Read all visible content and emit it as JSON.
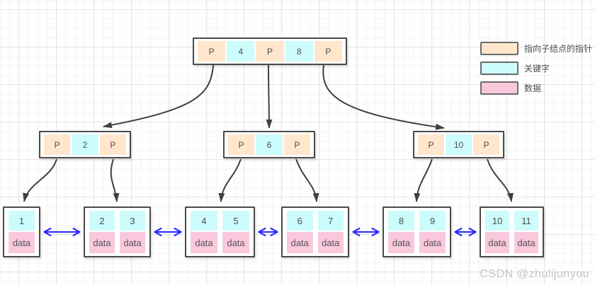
{
  "legend": {
    "items": [
      {
        "id": "pointer",
        "label": "指向子结点的指针",
        "swatch_color": "#ffe6cc"
      },
      {
        "id": "key",
        "label": "关键字",
        "swatch_color": "#ccfcfc"
      },
      {
        "id": "data",
        "label": "数据",
        "swatch_color": "#f9c8dc"
      }
    ]
  },
  "tree": {
    "type": "b-plus-tree",
    "root": {
      "cells": [
        {
          "kind": "pointer",
          "text": "P"
        },
        {
          "kind": "key",
          "text": "4"
        },
        {
          "kind": "pointer",
          "text": "P"
        },
        {
          "kind": "key",
          "text": "8"
        },
        {
          "kind": "pointer",
          "text": "P"
        }
      ]
    },
    "internal_nodes": [
      {
        "cells": [
          {
            "kind": "pointer",
            "text": "P"
          },
          {
            "kind": "key",
            "text": "2"
          },
          {
            "kind": "pointer",
            "text": "P"
          }
        ]
      },
      {
        "cells": [
          {
            "kind": "pointer",
            "text": "P"
          },
          {
            "kind": "key",
            "text": "6"
          },
          {
            "kind": "pointer",
            "text": "P"
          }
        ]
      },
      {
        "cells": [
          {
            "kind": "pointer",
            "text": "P"
          },
          {
            "kind": "key",
            "text": "10"
          },
          {
            "kind": "pointer",
            "text": "P"
          }
        ]
      }
    ],
    "leaf_nodes": [
      {
        "entries": [
          {
            "key": "1",
            "value": "data"
          }
        ]
      },
      {
        "entries": [
          {
            "key": "2",
            "value": "data"
          },
          {
            "key": "3",
            "value": "data"
          }
        ]
      },
      {
        "entries": [
          {
            "key": "4",
            "value": "data"
          },
          {
            "key": "5",
            "value": "data"
          }
        ]
      },
      {
        "entries": [
          {
            "key": "6",
            "value": "data"
          },
          {
            "key": "7",
            "value": "data"
          }
        ]
      },
      {
        "entries": [
          {
            "key": "8",
            "value": "data"
          },
          {
            "key": "9",
            "value": "data"
          }
        ]
      },
      {
        "entries": [
          {
            "key": "10",
            "value": "data"
          },
          {
            "key": "11",
            "value": "data"
          }
        ]
      }
    ]
  },
  "colors": {
    "pointer_fill": "#ffe6cc",
    "key_fill": "#ccfcfc",
    "data_fill": "#f9c8dc",
    "node_border": "#4a4a4a",
    "tree_edge": "#3f3f3f",
    "leaf_link": "#2a2aff"
  },
  "watermark": "CSDN @zhulijunyou"
}
